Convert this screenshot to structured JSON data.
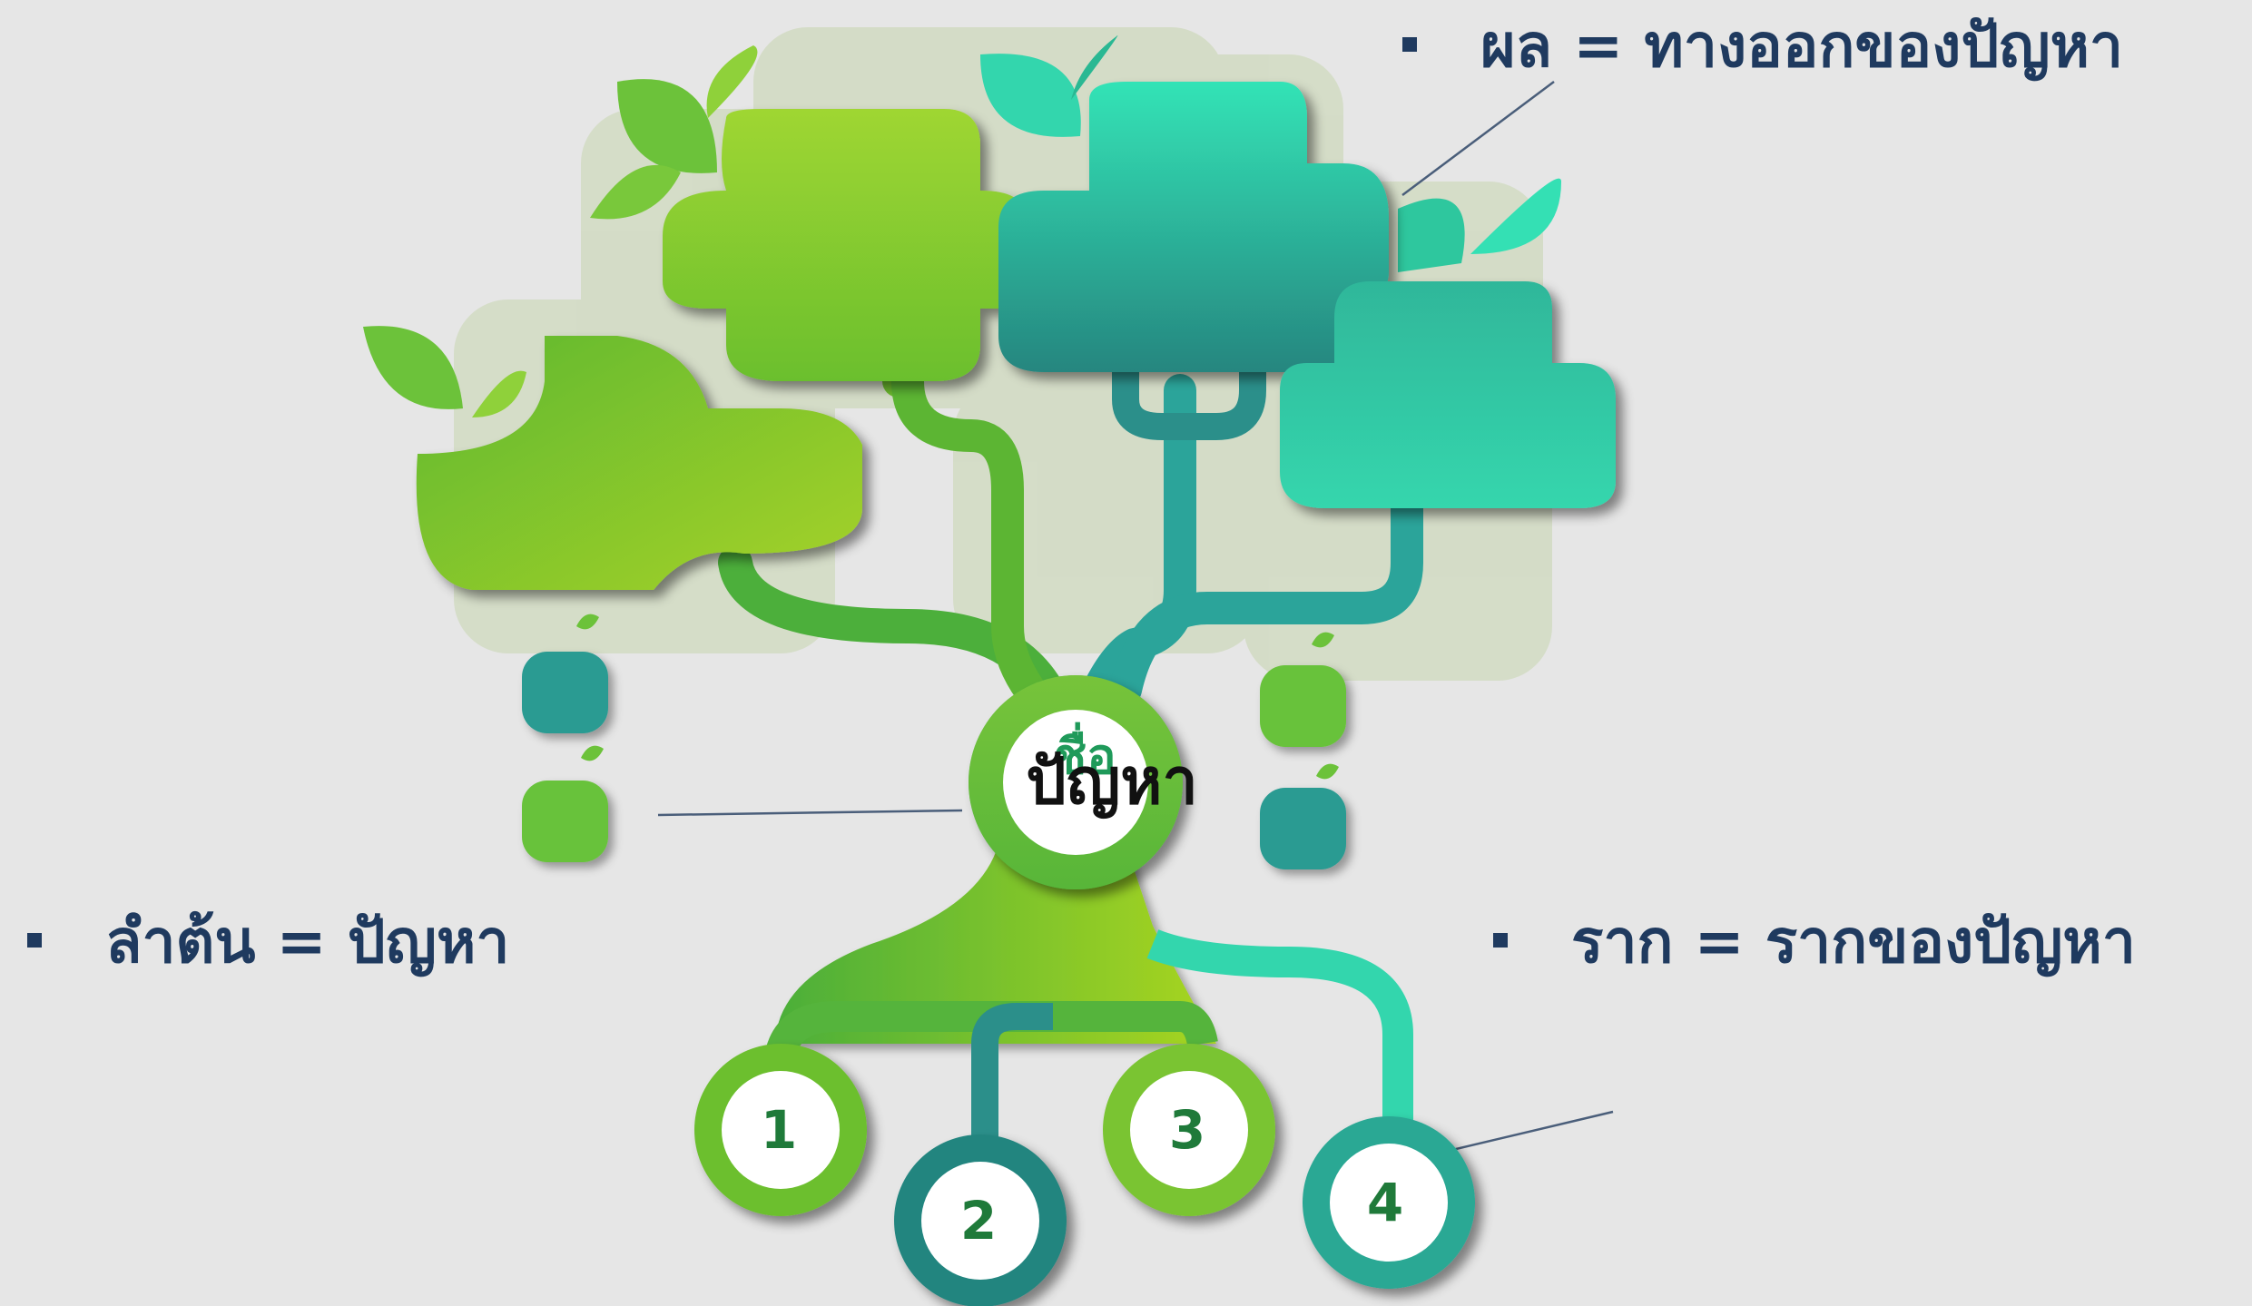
{
  "center": {
    "label": "ปัญหา",
    "overlay_label": "ชื่อ"
  },
  "legend": {
    "fruit": "ผล = ทางออกของปัญหา",
    "trunk": "ลำต้น = ปัญหา",
    "root": "ราก = รากของปัญหา"
  },
  "roots": [
    "1",
    "2",
    "3",
    "4"
  ],
  "colors": {
    "background": "#e6e6e6",
    "text": "#1f3a5f",
    "lime": "#8cc63f",
    "green": "#3aa84a",
    "teal": "#2bb5a0",
    "mint": "#34e0b4",
    "number": "#1f7a3a"
  }
}
